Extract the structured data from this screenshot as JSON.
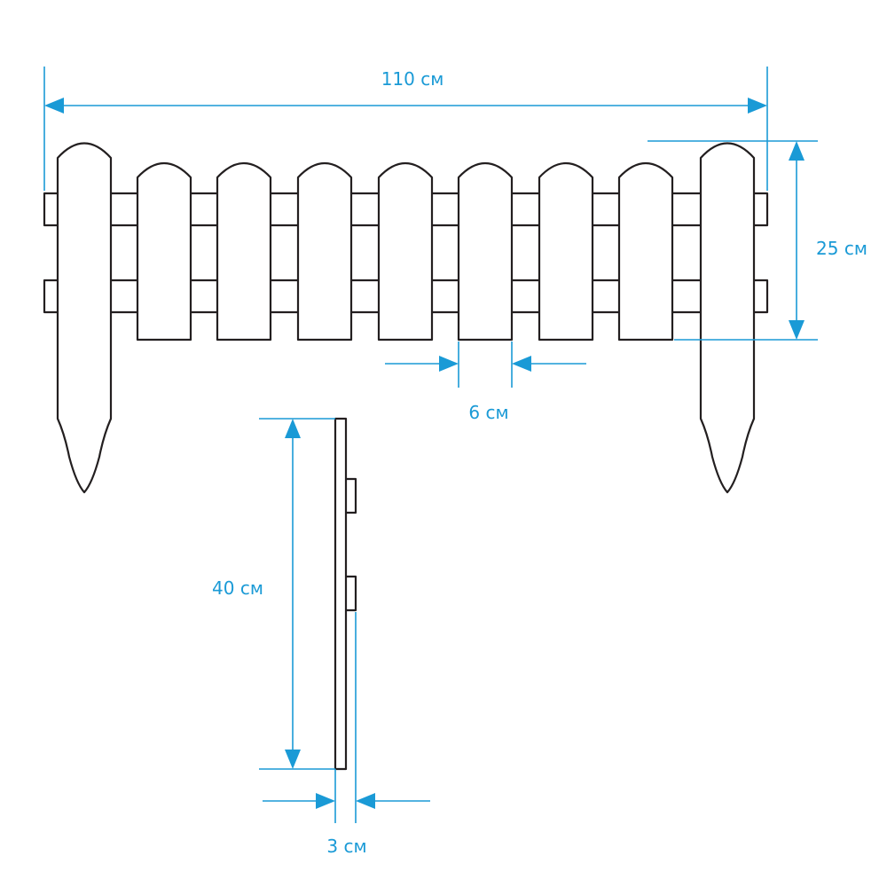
{
  "dimensions": {
    "total_width": "110 см",
    "picket_height": "25 см",
    "picket_width": "6 см",
    "overall_height": "40 см",
    "thickness": "3 см"
  },
  "colors": {
    "outline": "#231f20",
    "dimension": "#1a9ad6"
  }
}
